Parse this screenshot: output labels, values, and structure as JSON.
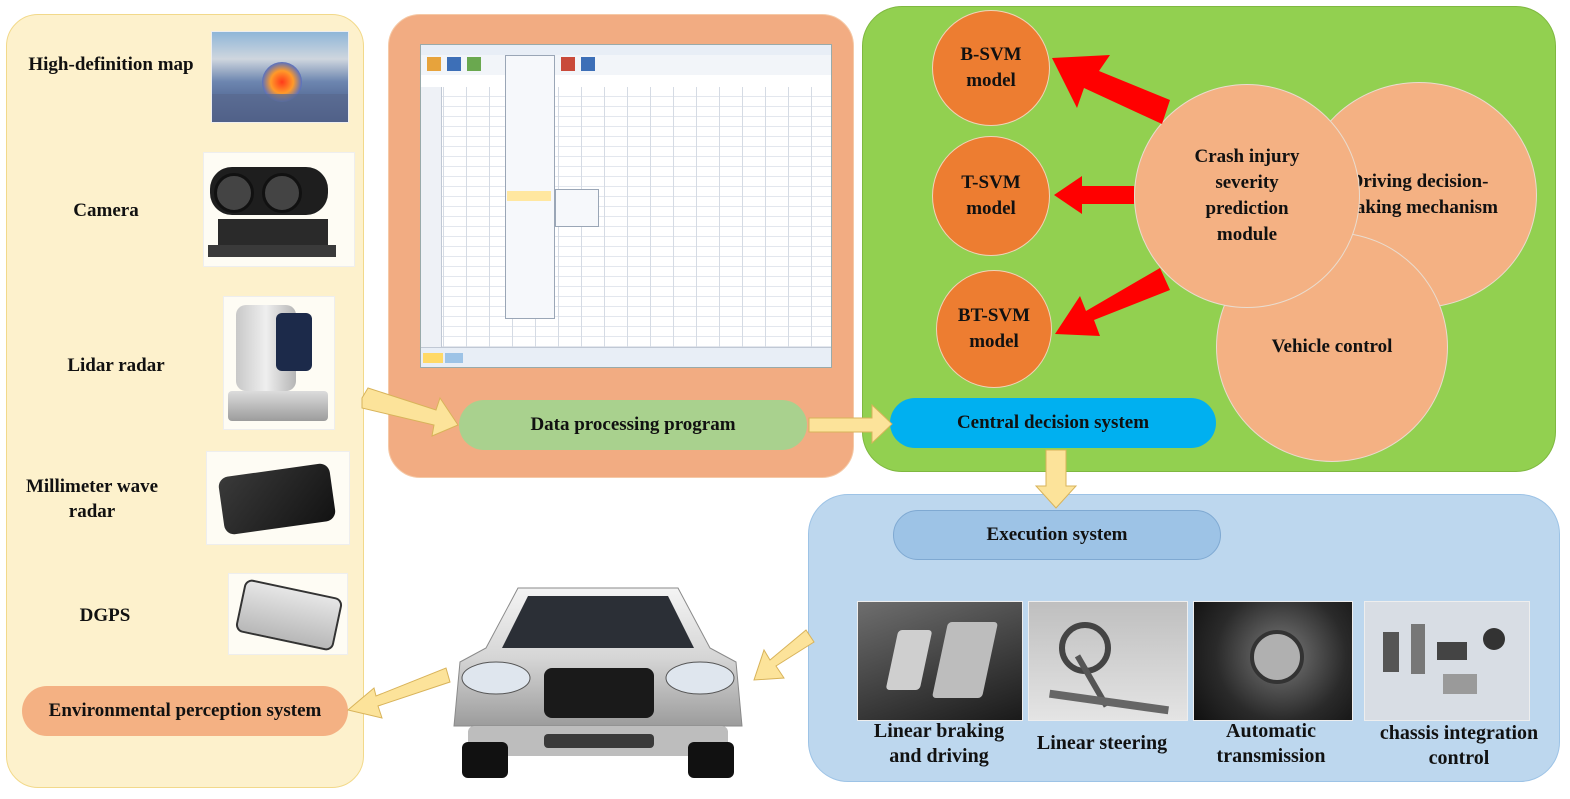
{
  "perception": {
    "items": [
      "High-definition map",
      "Camera",
      "Lidar radar",
      "Millimeter wave radar",
      "DGPS"
    ],
    "system_label": "Environmental perception system"
  },
  "processing": {
    "label": "Data processing program"
  },
  "decision": {
    "label": "Central decision system",
    "models": [
      "B-SVM model",
      "T-SVM model",
      "BT-SVM model"
    ],
    "modules": [
      "Crash injury severity prediction module",
      "Driving decision-making mechanism",
      "Vehicle control"
    ]
  },
  "execution": {
    "label": "Execution system",
    "components": [
      "Linear braking and driving",
      "Linear steering",
      "Automatic transmission",
      "chassis integration control"
    ]
  },
  "colors": {
    "perception_panel": "#fdf1cc",
    "processing_panel": "#f2ac82",
    "decision_panel": "#92d050",
    "execution_panel": "#bdd7ee",
    "circle_orange": "#ed7d31",
    "circle_peach": "#f4b183",
    "arrow_red": "#ff0000",
    "arrow_yellow": "#fce39a",
    "pill_green": "#a9d18e",
    "pill_blue": "#00b0f0",
    "pill_exec": "#9dc3e6"
  }
}
